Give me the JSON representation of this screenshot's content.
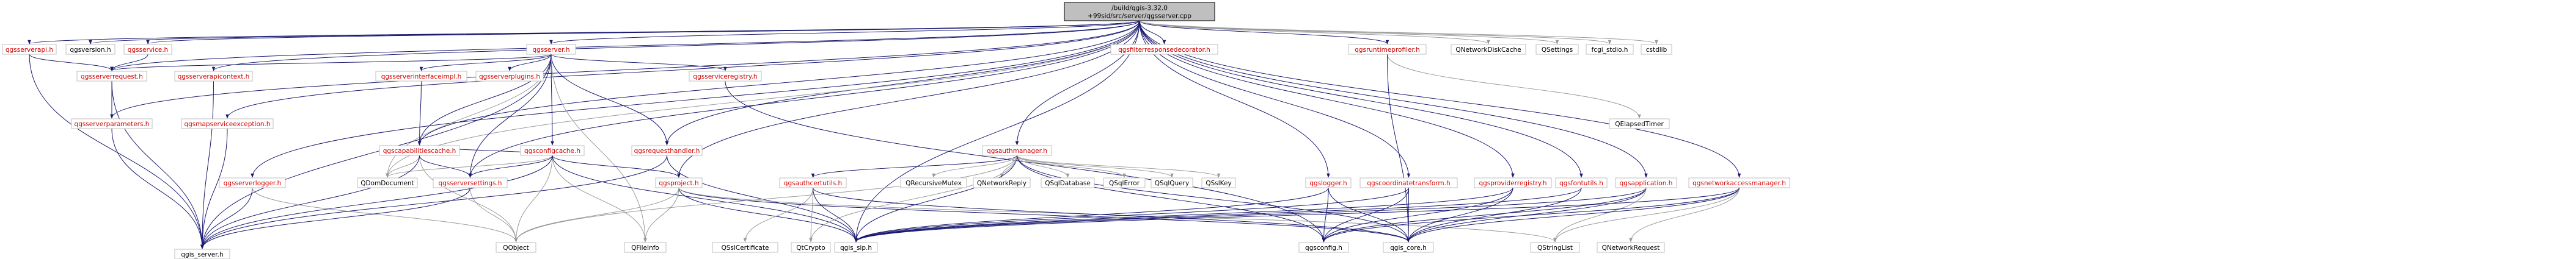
{
  "colors": {
    "edge_local": "#191970",
    "edge_system": "#999999",
    "edge_dark": "#8b1a1a",
    "link_text": "#d10000",
    "plain_text": "#000000",
    "root_fill": "#bfbfbf",
    "node_border": "#bfbfbf"
  },
  "nodes": [
    {
      "id": "root",
      "label": "/build/qgis-3.32.0\n+99sid/src/server/qgsserver.cpp",
      "kind": "root"
    },
    {
      "id": "qgsserverapi",
      "label": "qgsserverapi.h",
      "kind": "link"
    },
    {
      "id": "qgsversion",
      "label": "qgsversion.h",
      "kind": "plain"
    },
    {
      "id": "qgsservice",
      "label": "qgsservice.h",
      "kind": "link"
    },
    {
      "id": "qgsserverapicontext",
      "label": "qgsserverapicontext.h",
      "kind": "link"
    },
    {
      "id": "qgsmapserviceexception",
      "label": "qgsmapserviceexception.h",
      "kind": "link"
    },
    {
      "id": "qgsserverlogger",
      "label": "qgsserverlogger.h",
      "kind": "link"
    },
    {
      "id": "qgsserverh",
      "label": "qgsserver.h",
      "kind": "link"
    },
    {
      "id": "qgsserverrequest",
      "label": "qgsserverrequest.h",
      "kind": "link"
    },
    {
      "id": "qgsserverparameters",
      "label": "qgsserverparameters.h",
      "kind": "link"
    },
    {
      "id": "qgsserverinterfaceimpl",
      "label": "qgsserverinterfaceimpl.h",
      "kind": "link"
    },
    {
      "id": "qgsserverplugins",
      "label": "qgsserverplugins.h",
      "kind": "link"
    },
    {
      "id": "qgsconfigcache",
      "label": "qgsconfigcache.h",
      "kind": "link"
    },
    {
      "id": "qgsserviceregistry",
      "label": "qgsserviceregistry.h",
      "kind": "link"
    },
    {
      "id": "qgsrequesthandler",
      "label": "qgsrequesthandler.h",
      "kind": "link"
    },
    {
      "id": "qgscapabilitiescache",
      "label": "qgscapabilitiescache.h",
      "kind": "link"
    },
    {
      "id": "qgsserversettings",
      "label": "qgsserversettings.h",
      "kind": "link"
    },
    {
      "id": "qgsproject",
      "label": "qgsproject.h",
      "kind": "link"
    },
    {
      "id": "qgsfilterresponsedecorator",
      "label": "qgsfilterresponsedecorator.h",
      "kind": "link"
    },
    {
      "id": "qgsruntimeprofiler",
      "label": "qgsruntimeprofiler.h",
      "kind": "link"
    },
    {
      "id": "qgsauthmanager",
      "label": "qgsauthmanager.h",
      "kind": "link"
    },
    {
      "id": "qgsauthcertutils",
      "label": "qgsauthcertutils.h",
      "kind": "link"
    },
    {
      "id": "qgslogger",
      "label": "qgslogger.h",
      "kind": "link"
    },
    {
      "id": "qgscoordinatetransform",
      "label": "qgscoordinatetransform.h",
      "kind": "link"
    },
    {
      "id": "qgsproviderregistry",
      "label": "qgsproviderregistry.h",
      "kind": "link"
    },
    {
      "id": "qgsfontutils",
      "label": "qgsfontutils.h",
      "kind": "link"
    },
    {
      "id": "qgsapplication",
      "label": "qgsapplication.h",
      "kind": "link"
    },
    {
      "id": "qgsnetworkaccessmanager",
      "label": "qgsnetworkaccessmanager.h",
      "kind": "link"
    },
    {
      "id": "qnetworkdiskcache",
      "label": "QNetworkDiskCache",
      "kind": "plain"
    },
    {
      "id": "qsettings",
      "label": "QSettings",
      "kind": "plain"
    },
    {
      "id": "fcgi_stdio",
      "label": "fcgi_stdio.h",
      "kind": "plain"
    },
    {
      "id": "cstdlib",
      "label": "cstdlib",
      "kind": "plain"
    },
    {
      "id": "qelapsedtimer",
      "label": "QElapsedTimer",
      "kind": "plain"
    },
    {
      "id": "qgis_server",
      "label": "qgis_server.h",
      "kind": "plain"
    },
    {
      "id": "qdomdocument",
      "label": "QDomDocument",
      "kind": "plain"
    },
    {
      "id": "qobject",
      "label": "QObject",
      "kind": "plain"
    },
    {
      "id": "qfileinfo",
      "label": "QFileInfo",
      "kind": "plain"
    },
    {
      "id": "qrecursivemutex",
      "label": "QRecursiveMutex",
      "kind": "plain"
    },
    {
      "id": "qnetworkreply",
      "label": "QNetworkReply",
      "kind": "plain"
    },
    {
      "id": "qsqldatabase",
      "label": "QSqlDatabase",
      "kind": "plain"
    },
    {
      "id": "qsqlerror",
      "label": "QSqlError",
      "kind": "plain"
    },
    {
      "id": "qsqlquery",
      "label": "QSqlQuery",
      "kind": "plain"
    },
    {
      "id": "qsslkey",
      "label": "QSslKey",
      "kind": "plain"
    },
    {
      "id": "qsslcertificate",
      "label": "QSslCertificate",
      "kind": "plain"
    },
    {
      "id": "qtcrypto",
      "label": "QtCrypto",
      "kind": "plain"
    },
    {
      "id": "qgis_sip",
      "label": "qgis_sip.h",
      "kind": "plain"
    },
    {
      "id": "qgsconfig",
      "label": "qgsconfig.h",
      "kind": "plain"
    },
    {
      "id": "qgis_core",
      "label": "qgis_core.h",
      "kind": "plain"
    },
    {
      "id": "qstringlist",
      "label": "QStringList",
      "kind": "plain"
    },
    {
      "id": "qnetworkrequest",
      "label": "QNetworkRequest",
      "kind": "plain"
    }
  ],
  "edges": [
    [
      "root",
      "qgsserverapi"
    ],
    [
      "root",
      "qgsversion"
    ],
    [
      "root",
      "qgsservice"
    ],
    [
      "root",
      "qgsserverapicontext"
    ],
    [
      "root",
      "qgsmapserviceexception"
    ],
    [
      "root",
      "qgsserverlogger"
    ],
    [
      "root",
      "qgsserverh"
    ],
    [
      "root",
      "qgsserverrequest"
    ],
    [
      "root",
      "qgsserverparameters"
    ],
    [
      "root",
      "qgsrequesthandler"
    ],
    [
      "root",
      "qgsproject"
    ],
    [
      "root",
      "qgsfilterresponsedecorator"
    ],
    [
      "root",
      "qgsruntimeprofiler"
    ],
    [
      "root",
      "qgsauthmanager"
    ],
    [
      "root",
      "qgslogger"
    ],
    [
      "root",
      "qgscoordinatetransform"
    ],
    [
      "root",
      "qgsproviderregistry"
    ],
    [
      "root",
      "qgsfontutils"
    ],
    [
      "root",
      "qgsapplication"
    ],
    [
      "root",
      "qgsnetworkaccessmanager"
    ],
    [
      "root",
      "qnetworkdiskcache"
    ],
    [
      "root",
      "qsettings"
    ],
    [
      "root",
      "fcgi_stdio"
    ],
    [
      "root",
      "cstdlib"
    ],
    [
      "root",
      "qdomdocument"
    ],
    [
      "root",
      "qgscapabilitiescache"
    ],
    [
      "root",
      "qgsserversettings"
    ],
    [
      "root",
      "qgis_sip"
    ],
    [
      "qgsserverapi",
      "qgsserverrequest"
    ],
    [
      "qgsserverapi",
      "qgis_server"
    ],
    [
      "qgsservice",
      "qgsserverrequest"
    ],
    [
      "qgsserverapicontext",
      "qgis_server"
    ],
    [
      "qgsmapserviceexception",
      "qgis_server"
    ],
    [
      "qgsserverlogger",
      "qgis_server"
    ],
    [
      "qgsserverlogger",
      "qobject"
    ],
    [
      "qgsserverh",
      "qgsserverrequest"
    ],
    [
      "qgsserverh",
      "qgsserverinterfaceimpl"
    ],
    [
      "qgsserverh",
      "qgsserverplugins"
    ],
    [
      "qgsserverh",
      "qgsconfigcache"
    ],
    [
      "qgsserverh",
      "qgsserviceregistry"
    ],
    [
      "qgsserverh",
      "qgsrequesthandler"
    ],
    [
      "qgsserverh",
      "qgscapabilitiescache"
    ],
    [
      "qgsserverh",
      "qgsserversettings"
    ],
    [
      "qgsserverh",
      "qdomdocument"
    ],
    [
      "qgsserverh",
      "qfileinfo"
    ],
    [
      "qgsserverh",
      "qgis_server"
    ],
    [
      "qgsserverrequest",
      "qgsserverparameters"
    ],
    [
      "qgsserverrequest",
      "qgis_server"
    ],
    [
      "qgsserverparameters",
      "qgis_server"
    ],
    [
      "qgsserverinterfaceimpl",
      "qgscapabilitiescache"
    ],
    [
      "qgsconfigcache",
      "qgscapabilitiescache"
    ],
    [
      "qgsconfigcache",
      "qgsserversettings"
    ],
    [
      "qgsconfigcache",
      "qgsproject"
    ],
    [
      "qgsconfigcache",
      "qdomdocument"
    ],
    [
      "qgsconfigcache",
      "qobject"
    ],
    [
      "qgsconfigcache",
      "qfileinfo"
    ],
    [
      "qgsconfigcache",
      "qgis_server"
    ],
    [
      "qgsconfigcache",
      "qgis_sip"
    ],
    [
      "qgsserviceregistry",
      "qgsconfig"
    ],
    [
      "qgsrequesthandler",
      "qgis_server"
    ],
    [
      "qgsrequesthandler",
      "qgis_sip"
    ],
    [
      "qgscapabilitiescache",
      "qdomdocument"
    ],
    [
      "qgscapabilitiescache",
      "qobject"
    ],
    [
      "qgscapabilitiescache",
      "qgis_server"
    ],
    [
      "qgscapabilitiescache",
      "qgsserversettings"
    ],
    [
      "qgsserversettings",
      "qgis_server"
    ],
    [
      "qgsserversettings",
      "qobject"
    ],
    [
      "qgsproject",
      "qgis_core"
    ],
    [
      "qgsproject",
      "qgis_sip"
    ],
    [
      "qgsproject",
      "qobject"
    ],
    [
      "qgsproject",
      "qfileinfo"
    ],
    [
      "qgsproject",
      "qstringlist"
    ],
    [
      "qgsruntimeprofiler",
      "qelapsedtimer"
    ],
    [
      "qgsruntimeprofiler",
      "qgis_core"
    ],
    [
      "qgsauthmanager",
      "qrecursivemutex"
    ],
    [
      "qgsauthmanager",
      "qnetworkreply"
    ],
    [
      "qgsauthmanager",
      "qsqldatabase"
    ],
    [
      "qgsauthmanager",
      "qsqlerror"
    ],
    [
      "qgsauthmanager",
      "qsqlquery"
    ],
    [
      "qgsauthmanager",
      "qsslkey"
    ],
    [
      "qgsauthmanager",
      "qgsauthcertutils"
    ],
    [
      "qgsauthmanager",
      "qgis_sip"
    ],
    [
      "qgsauthmanager",
      "qgis_core"
    ],
    [
      "qgsauthmanager",
      "qtcrypto"
    ],
    [
      "qgsauthmanager",
      "qgsconfig"
    ],
    [
      "qgsauthmanager",
      "qobject"
    ],
    [
      "qgsauthcertutils",
      "qsslcertificate"
    ],
    [
      "qgsauthcertutils",
      "qtcrypto"
    ],
    [
      "qgsauthcertutils",
      "qgis_sip"
    ],
    [
      "qgsauthcertutils",
      "qgis_core"
    ],
    [
      "qgslogger",
      "qgis_core"
    ],
    [
      "qgslogger",
      "qgsconfig"
    ],
    [
      "qgslogger",
      "qgis_sip"
    ],
    [
      "qgscoordinatetransform",
      "qgis_core"
    ],
    [
      "qgscoordinatetransform",
      "qgis_sip"
    ],
    [
      "qgscoordinatetransform",
      "qgsconfig"
    ],
    [
      "qgsproviderregistry",
      "qgis_core"
    ],
    [
      "qgsproviderregistry",
      "qgis_sip"
    ],
    [
      "qgsproviderregistry",
      "qgsconfig"
    ],
    [
      "qgsfontutils",
      "qgis_core"
    ],
    [
      "qgsfontutils",
      "qgis_sip"
    ],
    [
      "qgsapplication",
      "qgis_core"
    ],
    [
      "qgsapplication",
      "qgis_sip"
    ],
    [
      "qgsapplication",
      "qgsconfig"
    ],
    [
      "qgsapplication",
      "qstringlist"
    ],
    [
      "qgsnetworkaccessmanager",
      "qgis_core"
    ],
    [
      "qgsnetworkaccessmanager",
      "qnetworkrequest"
    ],
    [
      "qgsnetworkaccessmanager",
      "qstringlist"
    ],
    [
      "qgsnetworkaccessmanager",
      "qgis_sip"
    ],
    [
      "qgsnetworkaccessmanager",
      "qgsconfig"
    ]
  ]
}
